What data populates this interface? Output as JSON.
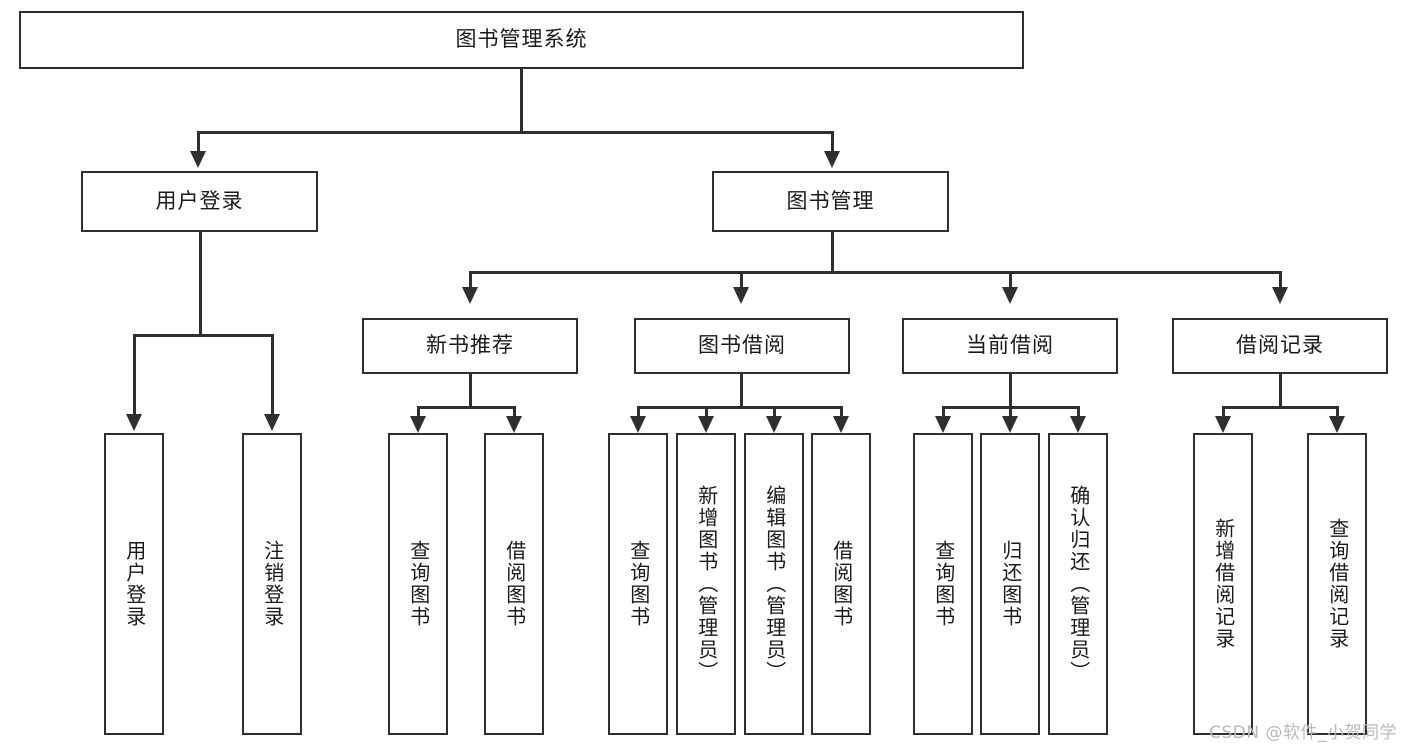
{
  "diagram": {
    "type": "hierarchy-tree",
    "title": "图书管理系统",
    "root": {
      "id": "root",
      "label": "图书管理系统"
    },
    "level1": [
      {
        "id": "user-login",
        "label": "用户登录"
      },
      {
        "id": "book-manage",
        "label": "图书管理"
      }
    ],
    "level2": [
      {
        "id": "new-book-recommend",
        "label": "新书推荐",
        "parent": "book-manage"
      },
      {
        "id": "book-borrow",
        "label": "图书借阅",
        "parent": "book-manage"
      },
      {
        "id": "current-borrow",
        "label": "当前借阅",
        "parent": "book-manage"
      },
      {
        "id": "borrow-record",
        "label": "借阅记录",
        "parent": "book-manage"
      }
    ],
    "leaves": {
      "user_login": [
        {
          "id": "leaf-user-login",
          "label": "用户登录"
        },
        {
          "id": "leaf-logout-login",
          "label": "注销登录"
        }
      ],
      "new_book_recommend": [
        {
          "id": "leaf-query-book-1",
          "label": "查询图书"
        },
        {
          "id": "leaf-borrow-book-1",
          "label": "借阅图书"
        }
      ],
      "book_borrow": [
        {
          "id": "leaf-query-book-2",
          "label": "查询图书"
        },
        {
          "id": "leaf-add-book",
          "label": "新增图书（管理员）"
        },
        {
          "id": "leaf-edit-book",
          "label": "编辑图书（管理员）"
        },
        {
          "id": "leaf-borrow-book-2",
          "label": "借阅图书"
        }
      ],
      "current_borrow": [
        {
          "id": "leaf-query-book-3",
          "label": "查询图书"
        },
        {
          "id": "leaf-return-book",
          "label": "归还图书"
        },
        {
          "id": "leaf-confirm-return",
          "label": "确认归还（管理员）"
        }
      ],
      "borrow_record": [
        {
          "id": "leaf-add-record",
          "label": "新增借阅记录"
        },
        {
          "id": "leaf-query-record",
          "label": "查询借阅记录"
        }
      ]
    }
  },
  "watermark": {
    "text": "CSDN @软件_小贺同学"
  },
  "colors": {
    "stroke": "#2f2f2f",
    "text": "#1a1a1a",
    "background": "#ffffff",
    "watermark": "#b9b9b9"
  }
}
